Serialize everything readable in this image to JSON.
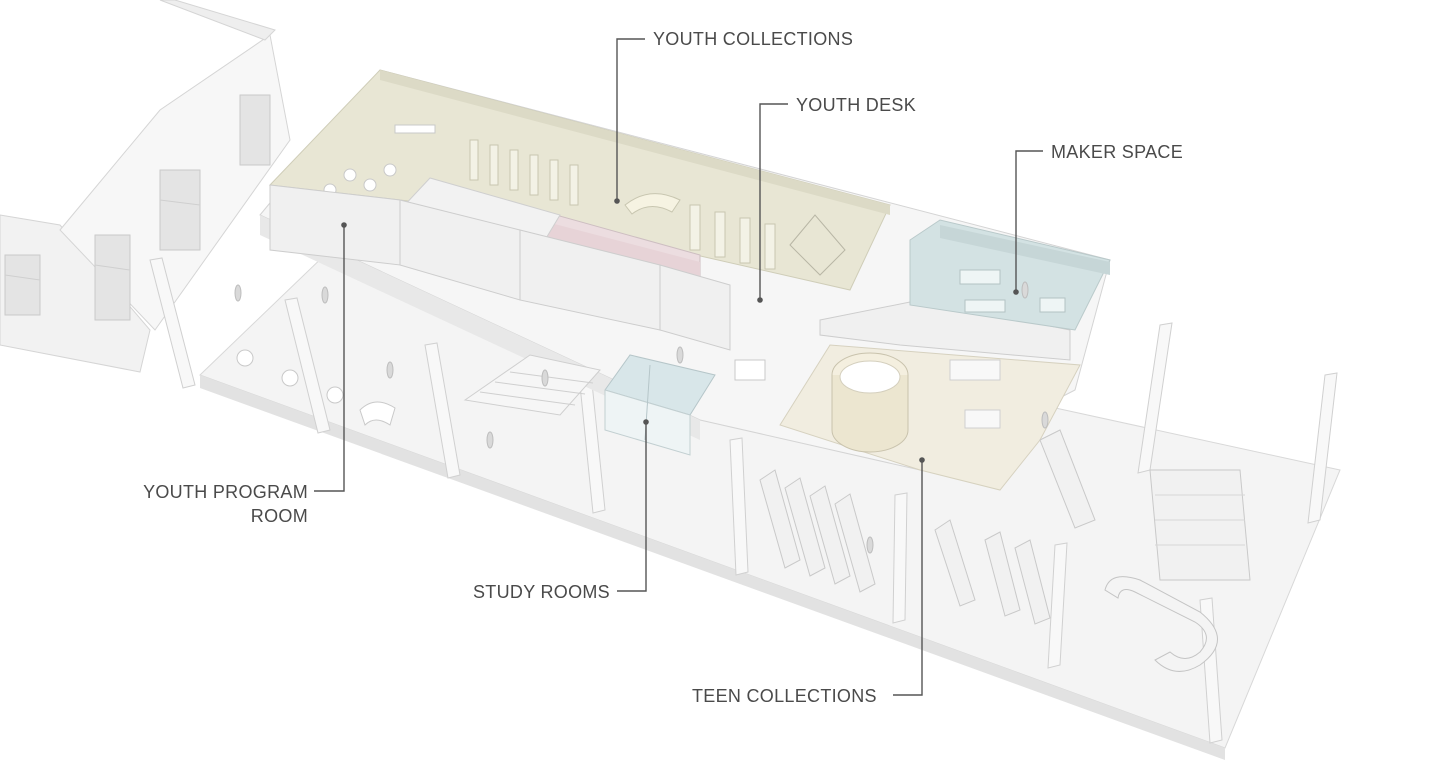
{
  "labels": {
    "youth_collections": "YOUTH COLLECTIONS",
    "youth_desk": "YOUTH DESK",
    "maker_space": "MAKER SPACE",
    "youth_program_room_line1": "YOUTH PROGRAM",
    "youth_program_room_line2": "ROOM",
    "study_rooms": "STUDY ROOMS",
    "teen_collections": "TEEN COLLECTIONS"
  },
  "colors": {
    "youth_collections_floor": "#e8e6d4",
    "pink_rooms": "#ecdde0",
    "maker_space_floor": "#d3e2e3",
    "study_room_glass": "#d8e6e9",
    "teen_lounge_floor": "#f1ede0",
    "slab": "#f5f5f5",
    "wall": "#ececec",
    "shadow": "#d4d4d4",
    "leader_line": "#555555"
  }
}
